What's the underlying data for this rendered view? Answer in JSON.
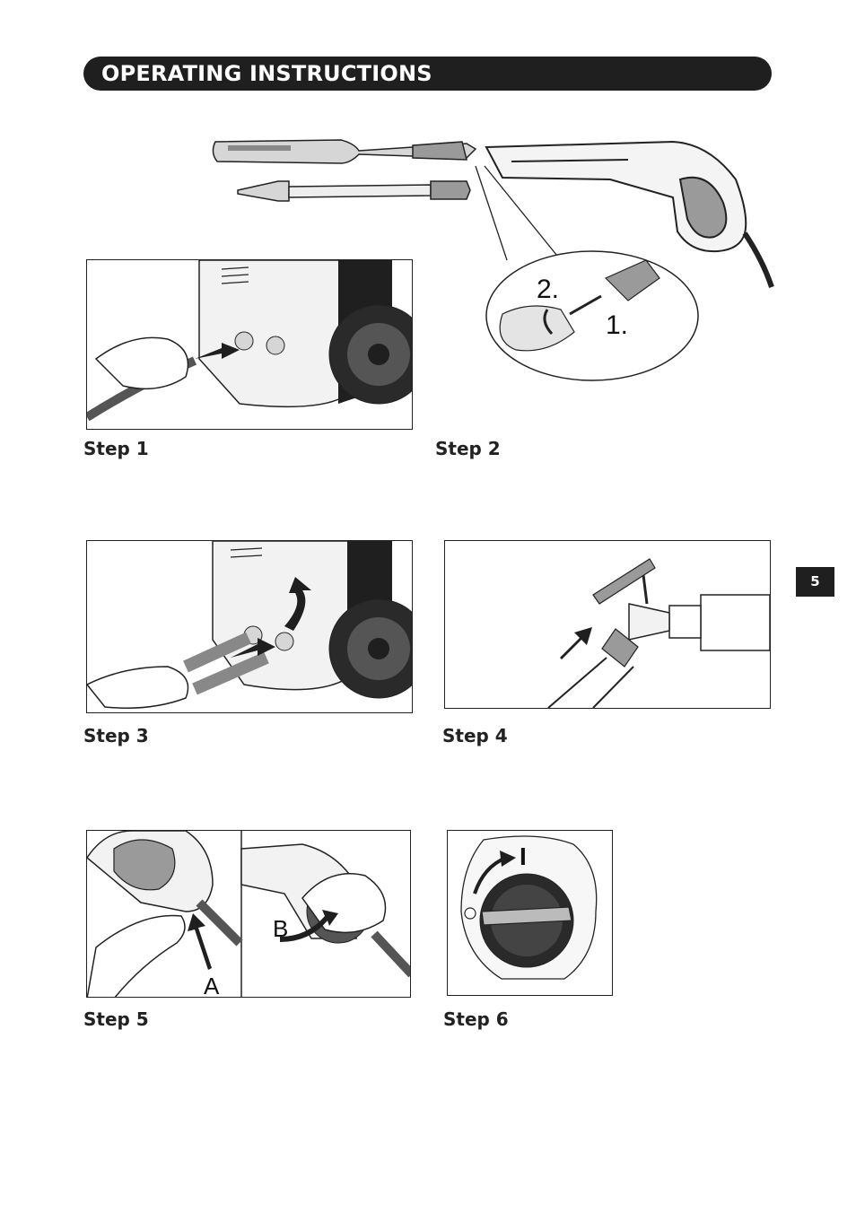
{
  "header": {
    "title": "OPERATING INSTRUCTIONS"
  },
  "page_tab": "5",
  "steps": [
    {
      "label": "Step 1"
    },
    {
      "label": "Step 2"
    },
    {
      "label": "Step 3"
    },
    {
      "label": "Step 4"
    },
    {
      "label": "Step 5"
    },
    {
      "label": "Step 6"
    }
  ],
  "figure_labels": {
    "step2_callout_1": "1.",
    "step2_callout_2": "2.",
    "step5_a": "A",
    "step5_b": "B",
    "step6_on": "I"
  },
  "colors": {
    "bar": "#1f1f1f",
    "line": "#222222",
    "shade": "#9a9a9a",
    "light_shade": "#d6d6d6"
  }
}
